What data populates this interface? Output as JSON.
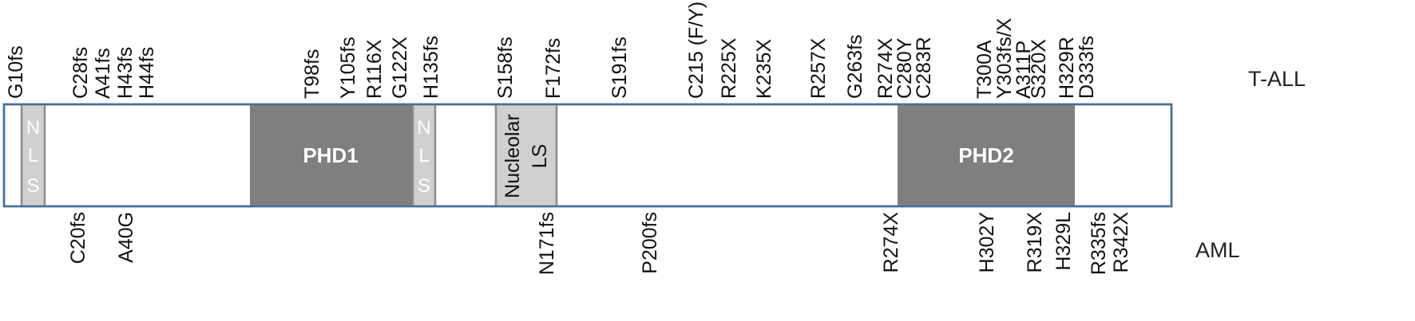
{
  "tracks": {
    "top": "T-ALL",
    "bottom": "AML"
  },
  "protein": {
    "colors": {
      "outline": "#41719c",
      "dark_domain": "#7f7f7f",
      "light_domain": "#d0d0d0",
      "light_border": "#8c8c8c"
    },
    "domains": [
      {
        "id": "nls1",
        "kind": "nls",
        "letters": [
          "N",
          "L",
          "S"
        ]
      },
      {
        "id": "phd1",
        "kind": "phd",
        "label": "PHD1"
      },
      {
        "id": "nls2",
        "kind": "nls",
        "letters": [
          "N",
          "L",
          "S"
        ]
      },
      {
        "id": "nucleolar",
        "kind": "nucleolar",
        "line1": "Nucleolar",
        "line2": "LS"
      },
      {
        "id": "phd2",
        "kind": "phd",
        "label": "PHD2"
      }
    ]
  },
  "mutations": {
    "tall": [
      "G10fs",
      "C28fs",
      "A41fs",
      "H43fs",
      "H44fs",
      "T98fs",
      "Y105fs",
      "R116X",
      "G122X",
      "H135fs",
      "S158fs",
      "F172fs",
      "S191fs",
      "C215 (F/Y)",
      "R225X",
      "K235X",
      "R257X",
      "G263fs",
      "R274X",
      "C280Y",
      "C283R",
      "T300A",
      "Y303fs/X",
      "A311P",
      "S320X",
      "H329R",
      "D333fs"
    ],
    "aml": [
      "C20fs",
      "A40G",
      "N171fs",
      "P200fs",
      "R274X",
      "H302Y",
      "R319X",
      "H329L",
      "R335fs",
      "R342X"
    ]
  }
}
